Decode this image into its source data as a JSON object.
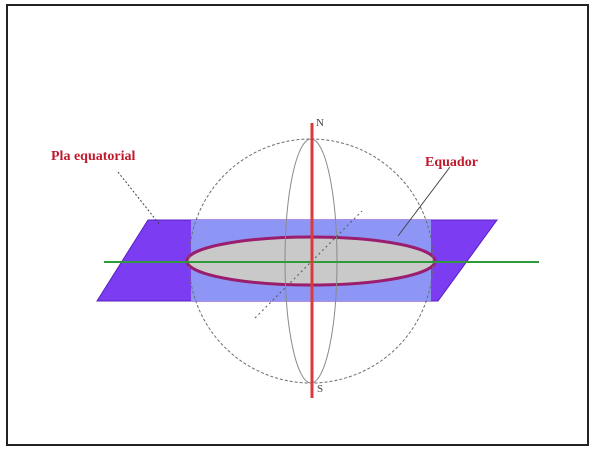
{
  "labels": {
    "plane": "Pla equatorial",
    "equator": "Equador",
    "north": "N",
    "south": "S"
  },
  "colors": {
    "label_text": "#c0192b",
    "plane_fill": "#7b3cf2",
    "disc_fill": "#c9c9c9",
    "equator_stroke": "#9b1d6e",
    "axis": "#d93a3a",
    "horizontal_line": "#2e9a3a",
    "sphere_outline": "#6d6d6d",
    "sphere_inner_fill": "#8d96f5"
  }
}
